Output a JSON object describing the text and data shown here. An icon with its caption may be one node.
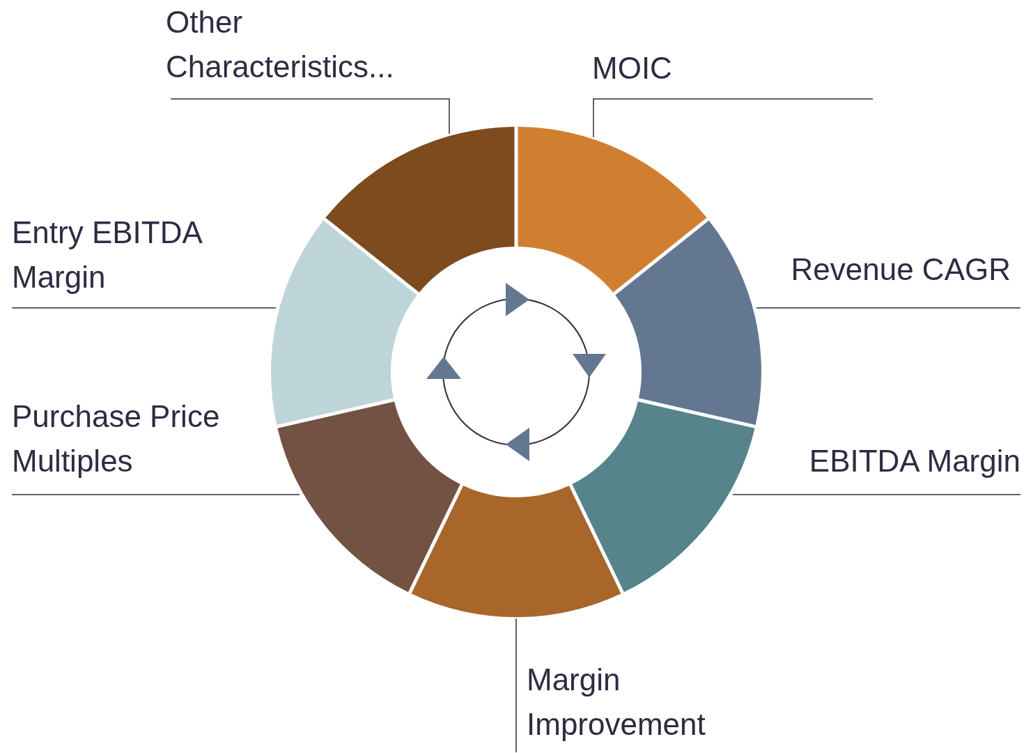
{
  "diagram": {
    "nodes": [
      {
        "text": [
          "Other Characteristics..."
        ]
      },
      {
        "text": [
          "MOIC"
        ]
      },
      {
        "text": [
          "Entry EBITDA Margin"
        ]
      },
      {
        "text": [
          "Revenue CAGR"
        ]
      },
      {
        "text": [
          "Purchase Price Multiples"
        ]
      },
      {
        "text": [
          "EBITDA Margin"
        ]
      },
      {
        "text": [
          "Margin Improvement"
        ]
      },
      {
        "text": [],
        "shape": "segment"
      },
      {
        "text": [],
        "shape": "segment"
      },
      {
        "text": [],
        "shape": "segment"
      },
      {
        "text": [],
        "shape": "segment"
      },
      {
        "text": [],
        "shape": "segment"
      },
      {
        "text": [],
        "shape": "segment"
      },
      {
        "text": [],
        "shape": "segment"
      }
    ],
    "edges": [
      {
        "from": 0,
        "to": 13,
        "arrow": "none"
      },
      {
        "from": 1,
        "to": 7,
        "arrow": "none"
      },
      {
        "from": 2,
        "to": 12,
        "arrow": "none"
      },
      {
        "from": 3,
        "to": 8,
        "arrow": "none"
      },
      {
        "from": 4,
        "to": 11,
        "arrow": "none"
      },
      {
        "from": 5,
        "to": 9,
        "arrow": "none"
      },
      {
        "from": 6,
        "to": 10,
        "arrow": "none"
      }
    ]
  }
}
